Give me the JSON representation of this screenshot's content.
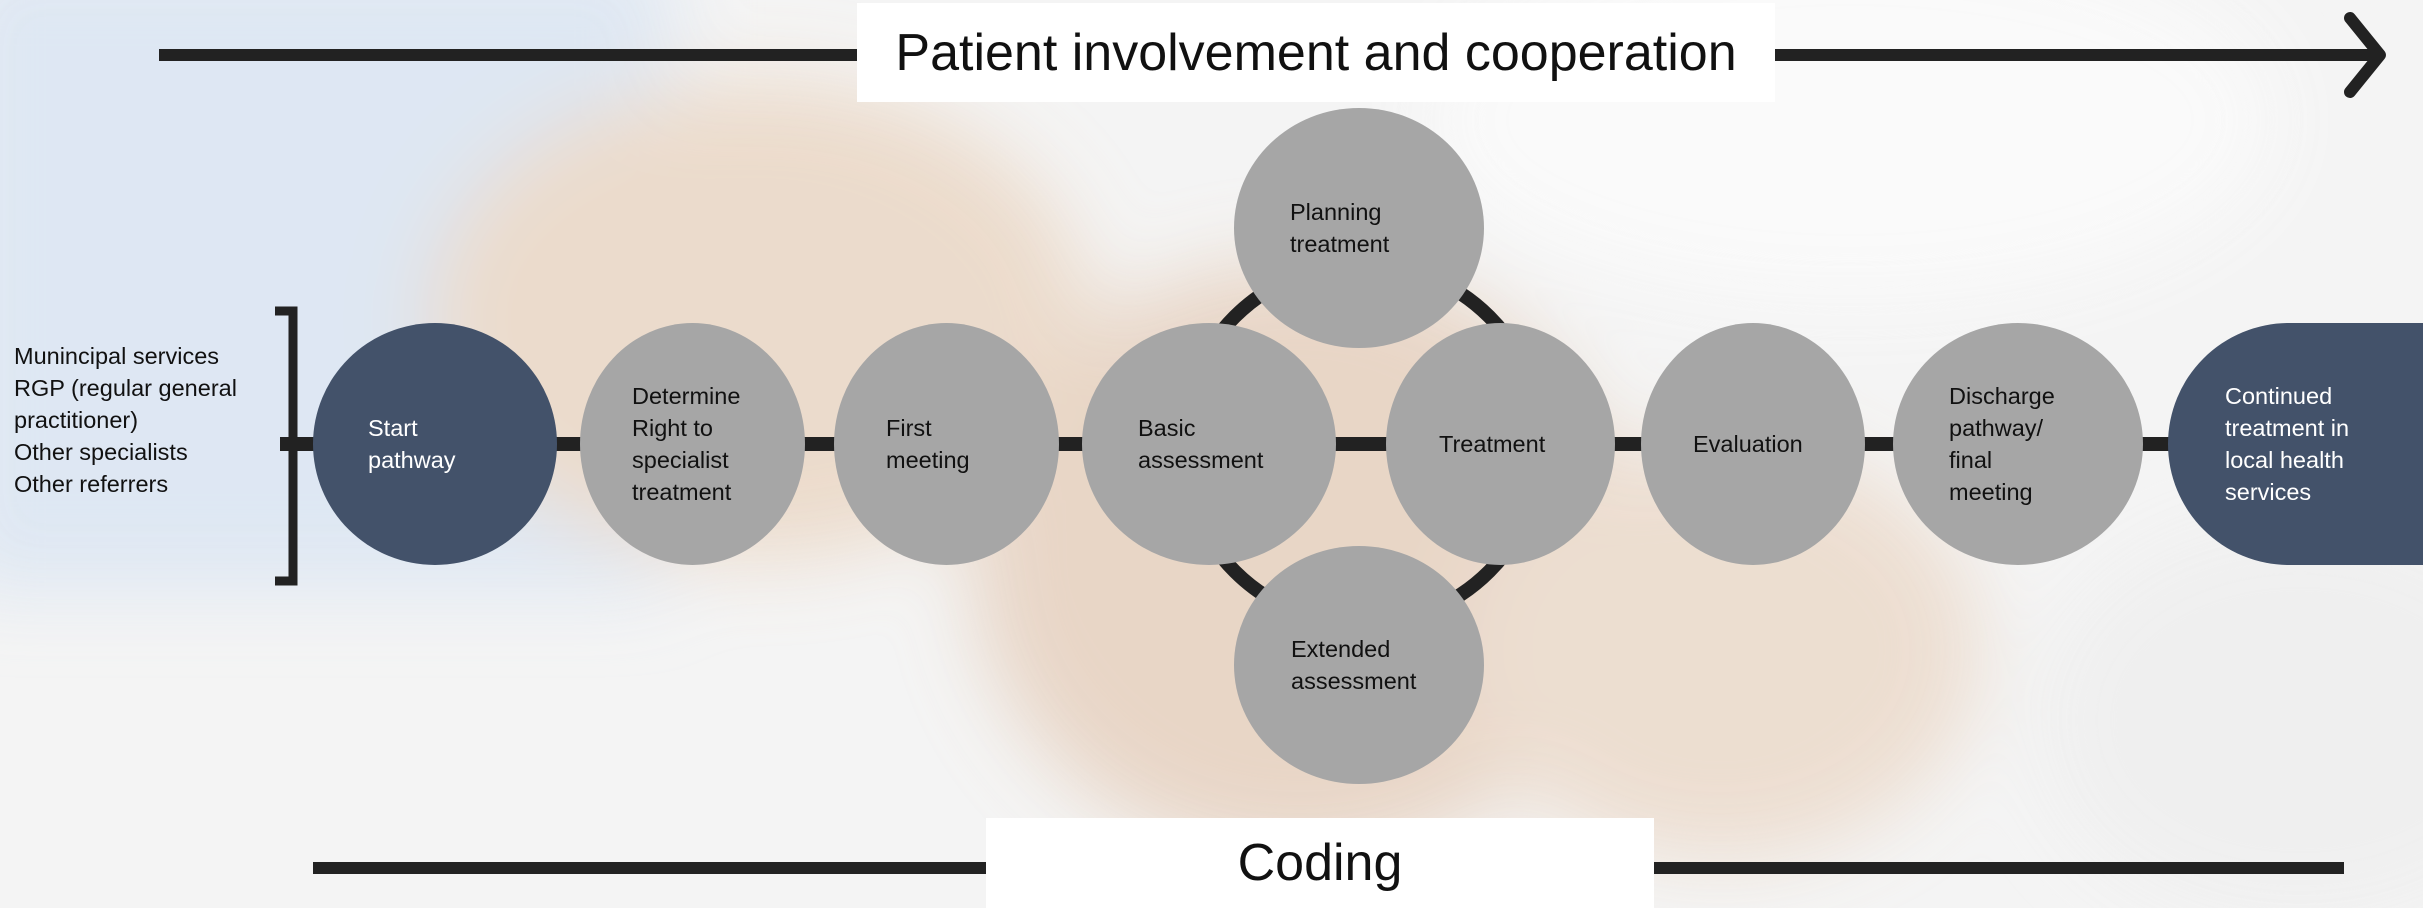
{
  "colors": {
    "node_gray": "#a6a6a6",
    "node_dark": "#43526a",
    "connector": "#222222",
    "banner": "#ffffff",
    "background_photo_tones": [
      "#dfe8f4",
      "#e8d6c6",
      "#f4f4f4"
    ]
  },
  "top_banner": {
    "title": "Patient involvement and cooperation"
  },
  "bottom_banner": {
    "title": "Coding"
  },
  "referrers": [
    "Munincipal services",
    "RGP (regular general",
    "practitioner)",
    "Other specialists",
    "Other referrers"
  ],
  "nodes": {
    "start": "Start\npathway",
    "determine": "Determine\nRight to\nspecialist\ntreatment",
    "first_meeting": "First\nmeeting",
    "basic_assessment": "Basic\nassessment",
    "planning": "Planning\ntreatment",
    "treatment": "Treatment",
    "extended_assessment": "Extended\nassessment",
    "evaluation": "Evaluation",
    "discharge": "Discharge\npathway/\nfinal\nmeeting",
    "continued": "Continued\ntreatment in\nlocal health\nservices"
  }
}
